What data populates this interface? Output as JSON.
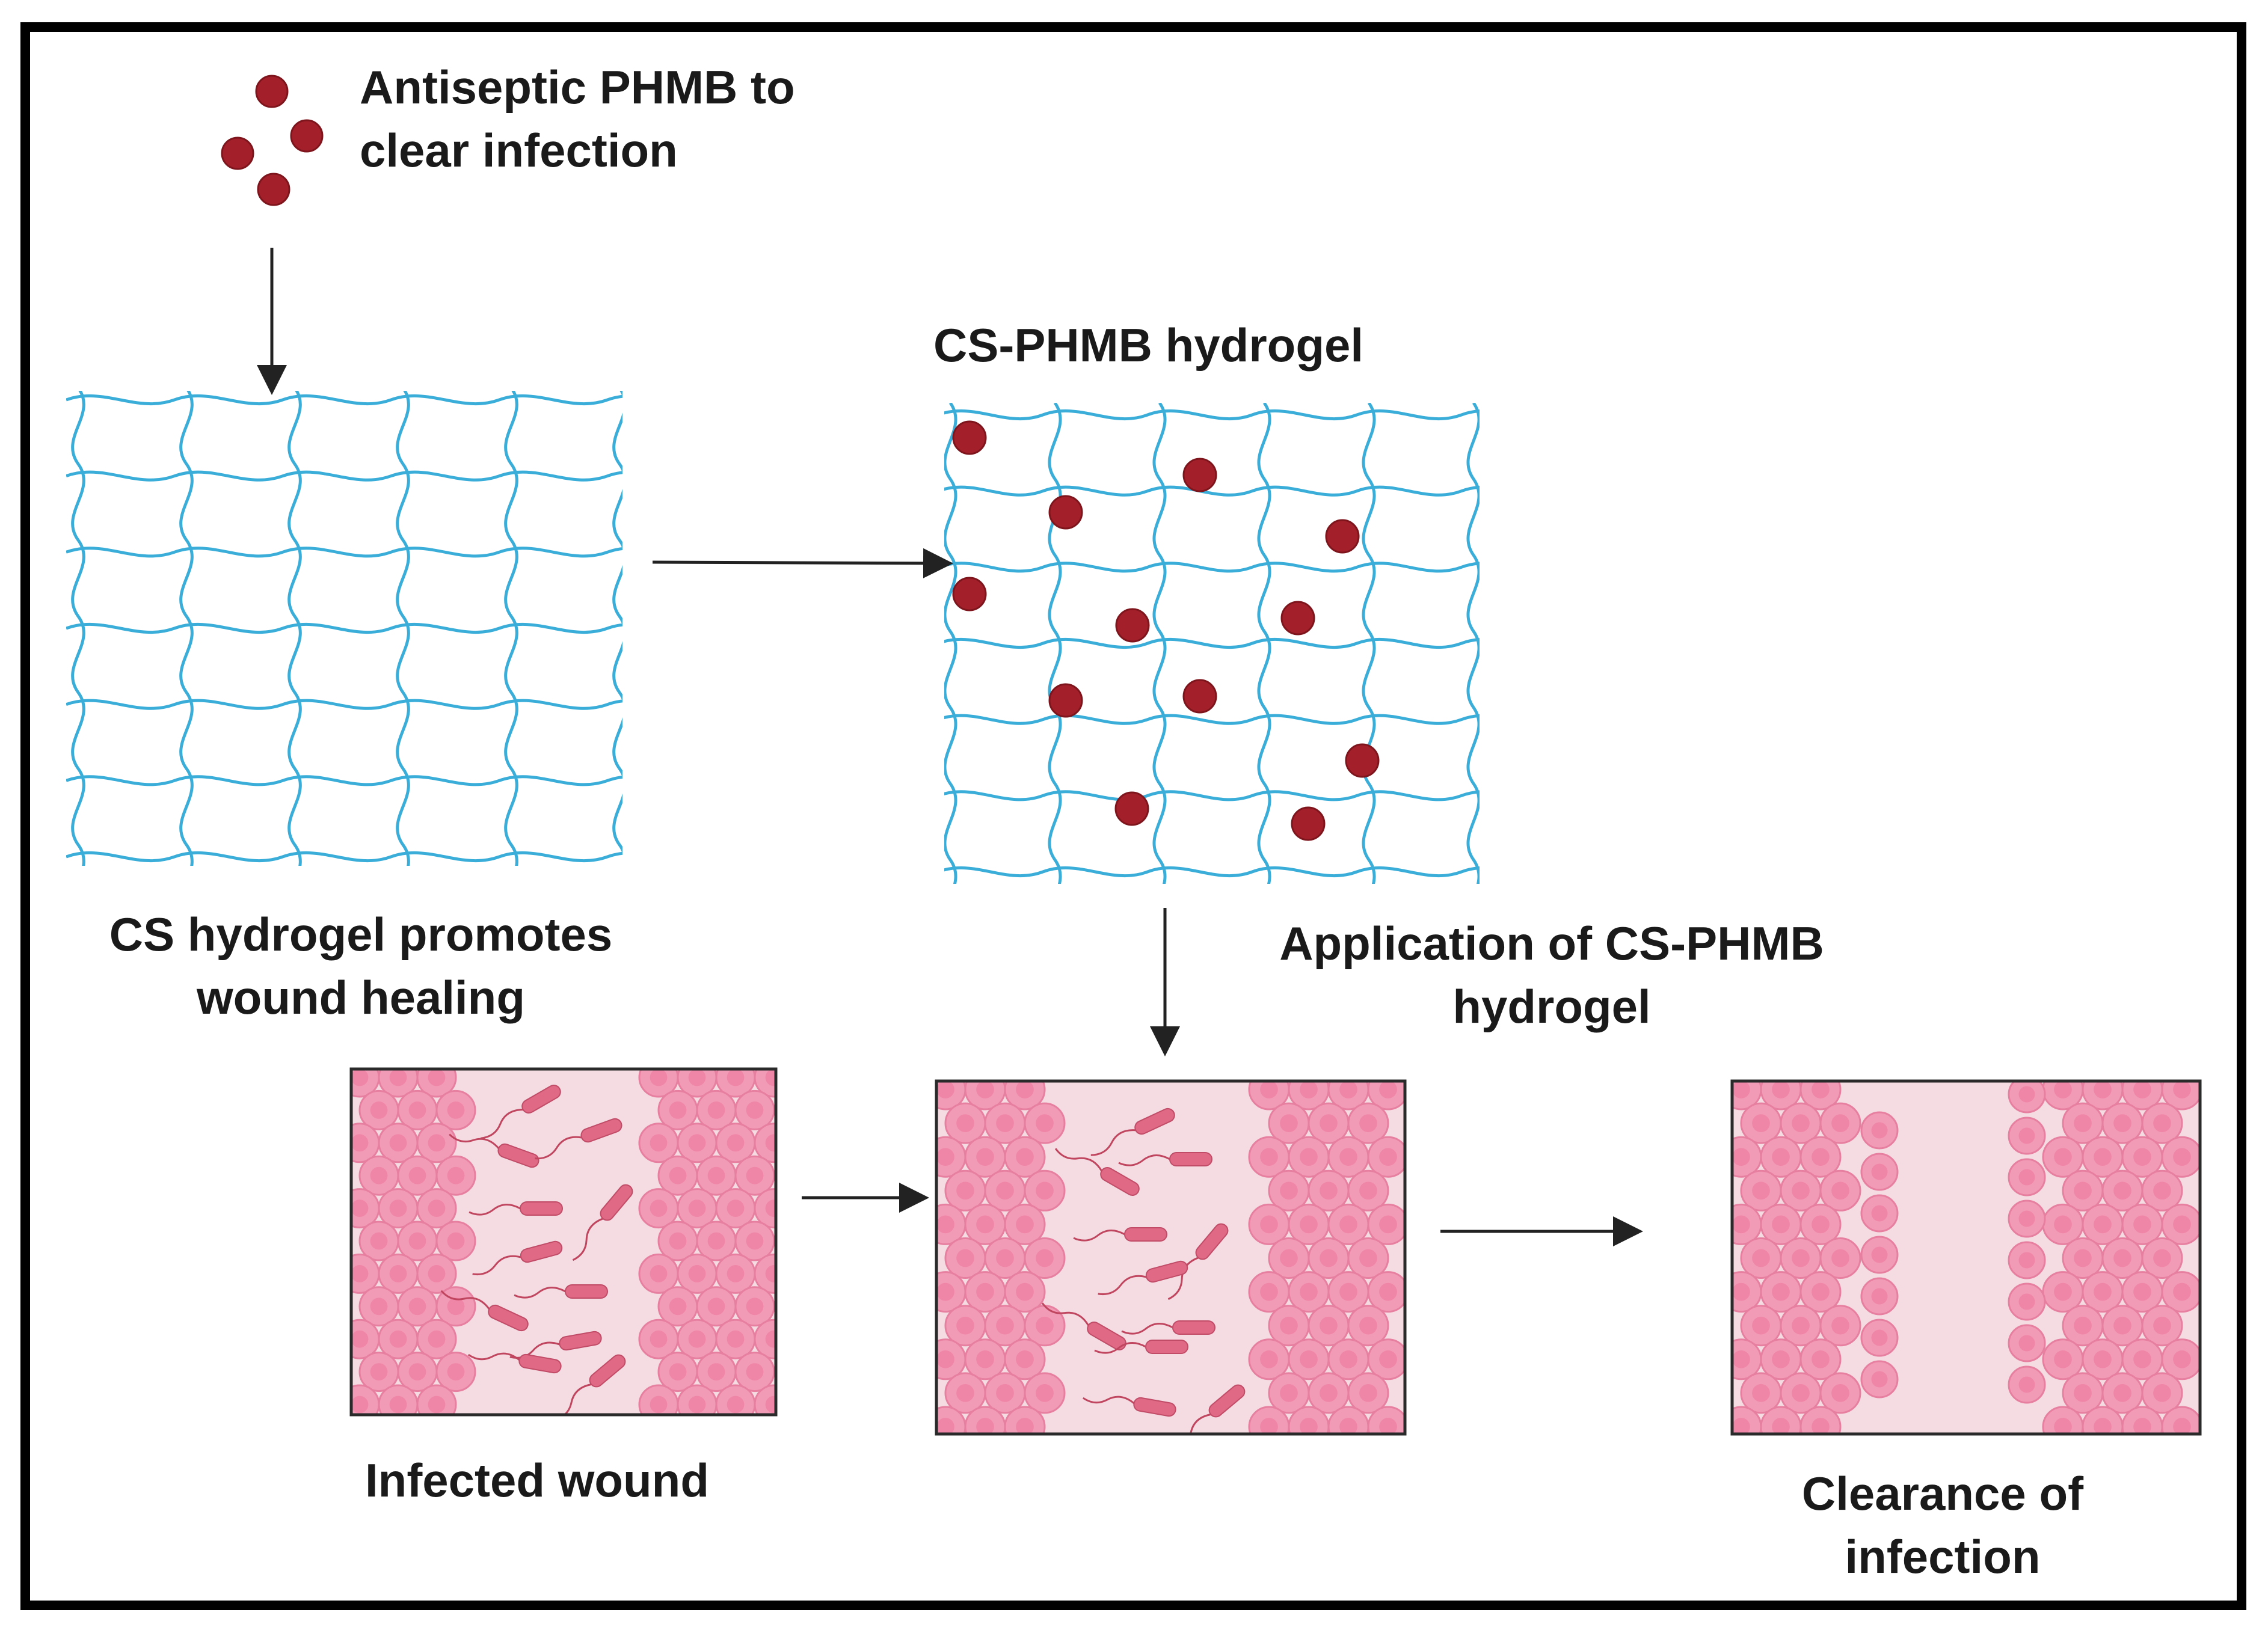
{
  "labels": {
    "antiseptic": "Antiseptic PHMB to\nclear infection",
    "cs_phmb_hydrogel": "CS-PHMB  hydrogel",
    "cs_hydrogel": "CS hydrogel promotes\nwound healing",
    "application": "Application of  CS-PHMB\nhydrogel",
    "infected_wound": "Infected wound",
    "clearance": "Clearance of\ninfection"
  },
  "colors": {
    "frame": "#000000",
    "arrow": "#222222",
    "hydrogel_mesh": "#3aaed8",
    "phmb_particle": "#a3202a",
    "tissue_background": "#f5dce3",
    "cell_fill": "#f29bb6",
    "cell_edge": "#e67fa0",
    "cell_nucleus": "#ef86a8",
    "bacteria": "#e06a85",
    "flagellum": "#c0465f"
  }
}
